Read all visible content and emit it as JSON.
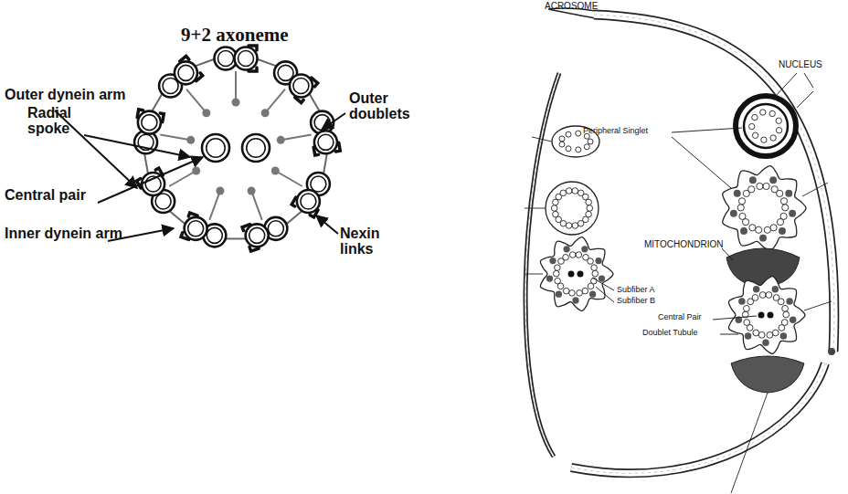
{
  "diagram": {
    "title": "9+2 axoneme",
    "labels": [
      "Outer dynein arm",
      "Radial spoke",
      "Central pair",
      "Inner dynein arm",
      "Outer doublets",
      "Nexin links",
      "ACROSOME",
      "NUCLEUS",
      "Peripheral Singlet",
      "MITOCHONDRION",
      "Central Pair",
      "Doublet Tubule",
      "Subfiber A",
      "Subfiber B"
    ]
  }
}
